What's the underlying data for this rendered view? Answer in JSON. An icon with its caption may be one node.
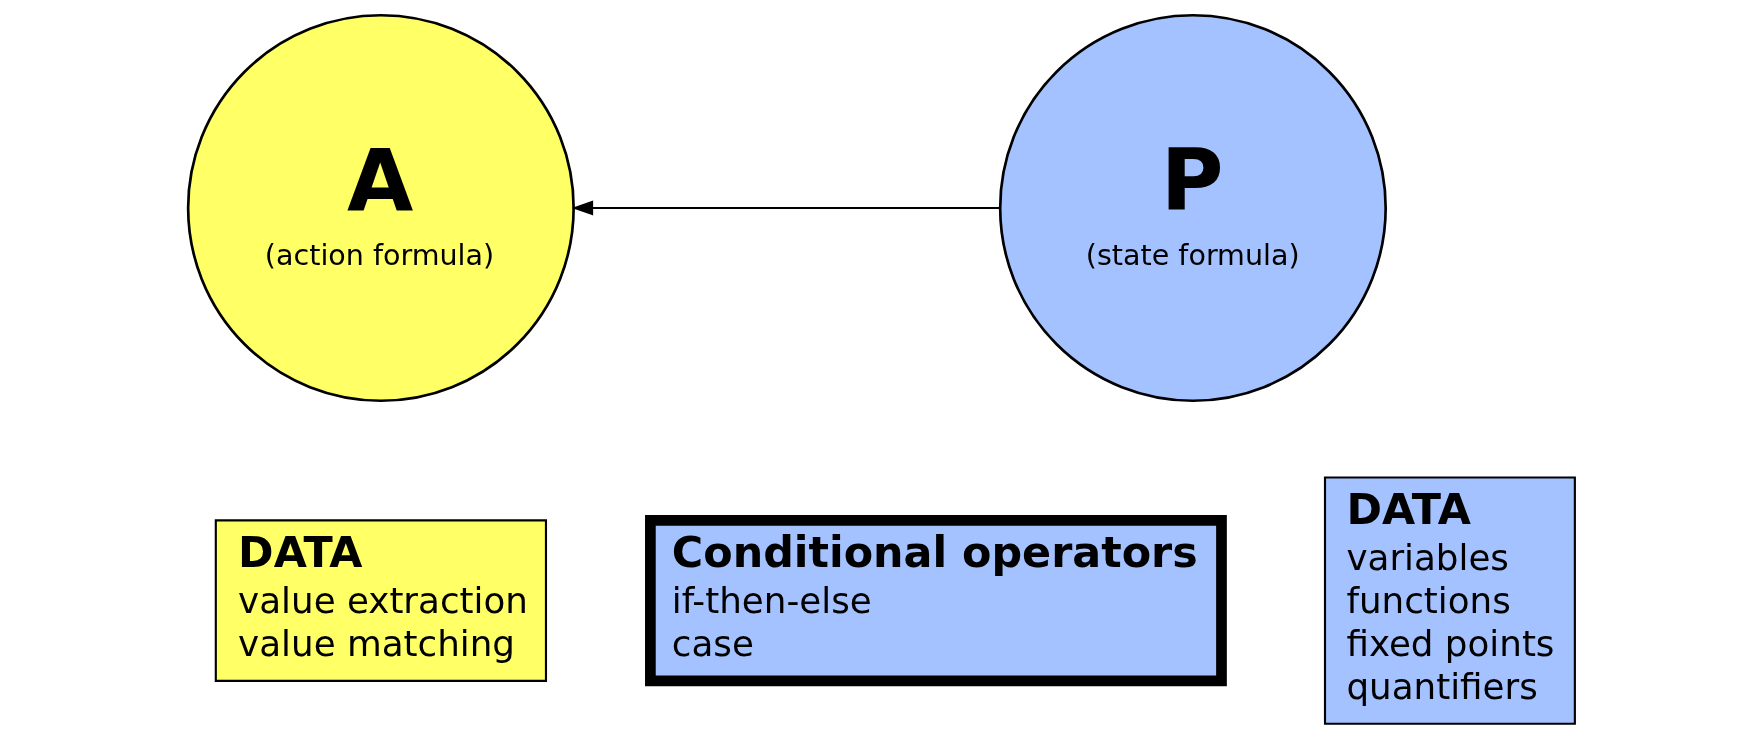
{
  "diagram": {
    "nodes": [
      {
        "text": [
          "A",
          "(action formula)"
        ]
      },
      {
        "text": [
          "P",
          "(state formula)"
        ]
      },
      {
        "text": [
          "DATA",
          "value extraction",
          "value matching"
        ]
      },
      {
        "text": [
          "Conditional operators",
          "if-then-else",
          "case"
        ]
      },
      {
        "text": [
          "DATA",
          "variables",
          "functions",
          "fixed points",
          "quantifiers"
        ]
      }
    ],
    "edges": [
      {
        "from": 1,
        "to": 0,
        "arrow": "to"
      }
    ]
  }
}
